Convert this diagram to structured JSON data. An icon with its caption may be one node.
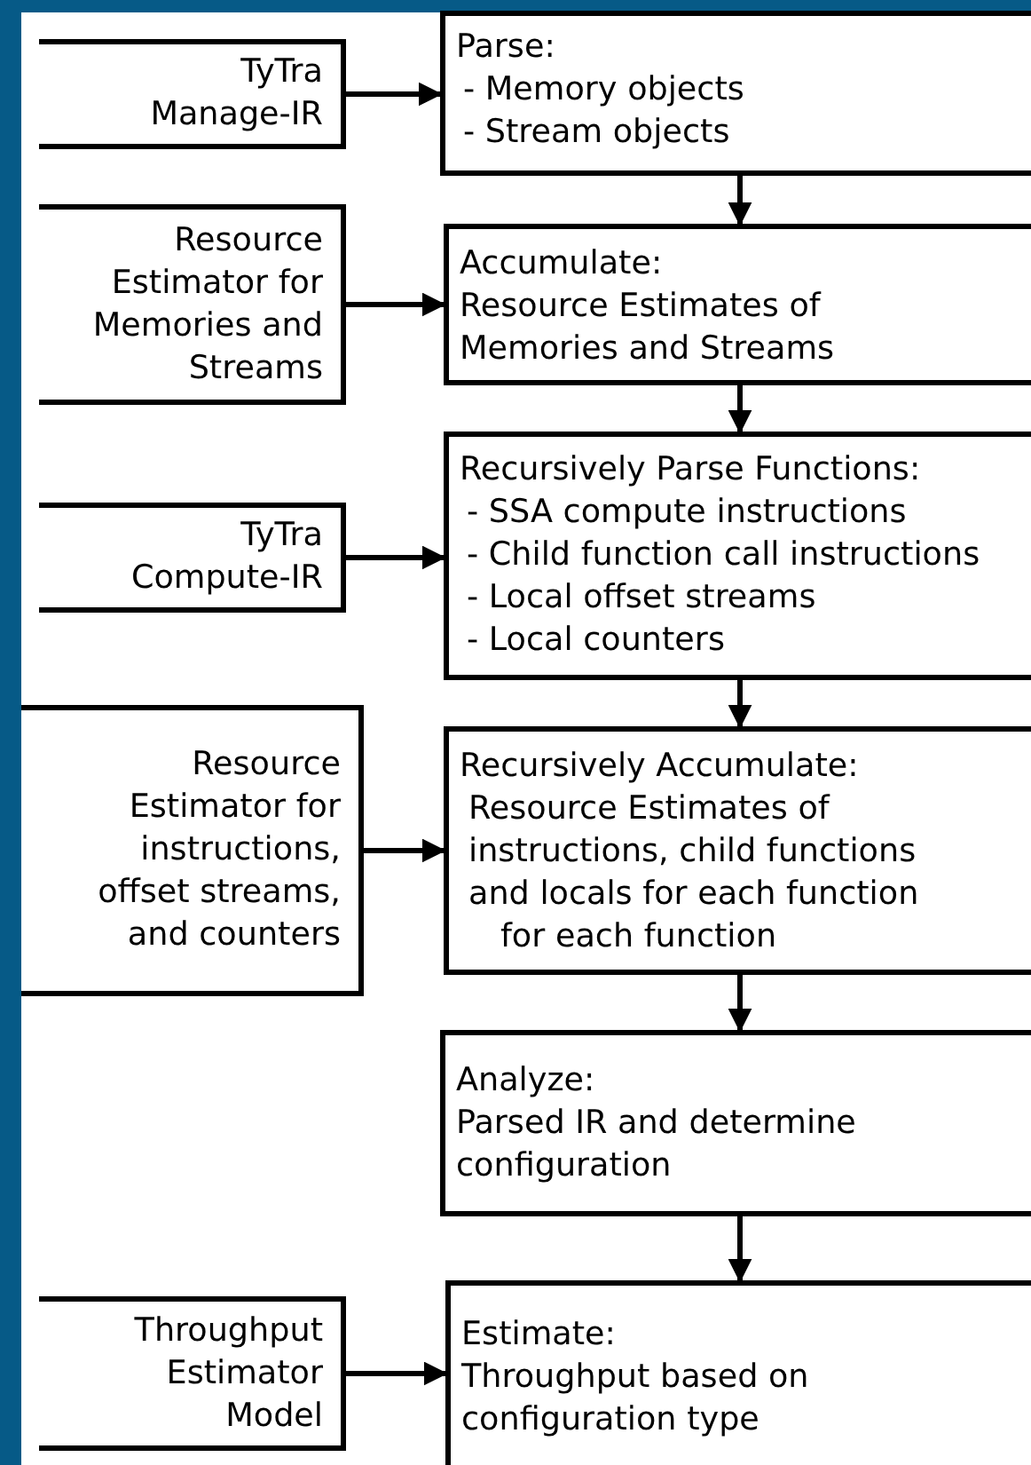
{
  "diagram": {
    "nodes": [
      {
        "text": [
          "TyTra Manage-IR"
        ]
      },
      {
        "text": [
          "Resource Estimator for Memories and Streams"
        ]
      },
      {
        "text": [
          "TyTra Compute-IR"
        ]
      },
      {
        "text": [
          "Resource Estimator for instructions, offset streams, and counters"
        ]
      },
      {
        "text": [
          "Throughput Estimator Model"
        ]
      },
      {
        "text": [
          "Parse:",
          "- Memory objects",
          "- Stream objects"
        ]
      },
      {
        "text": [
          "Accumulate:",
          "Resource Estimates of Memories and Streams"
        ]
      },
      {
        "text": [
          "Recursively Parse Functions:",
          "- SSA compute instructions",
          "- Child function call instructions",
          "- Local offset streams",
          "- Local counters"
        ]
      },
      {
        "text": [
          "Recursively Accumulate:",
          "Resource Estimates of instructions, child functions and locals for each function",
          "for each function"
        ]
      },
      {
        "text": [
          "Analyze:",
          "Parsed IR and determine configuration"
        ]
      },
      {
        "text": [
          "Estimate:",
          "Throughput based on configuration type"
        ]
      }
    ],
    "edges": [
      {
        "from": 0,
        "to": 5,
        "arrow": "to"
      },
      {
        "from": 1,
        "to": 6,
        "arrow": "to"
      },
      {
        "from": 2,
        "to": 7,
        "arrow": "to"
      },
      {
        "from": 3,
        "to": 8,
        "arrow": "to"
      },
      {
        "from": 4,
        "to": 10,
        "arrow": "to"
      },
      {
        "from": 5,
        "to": 6,
        "arrow": "to"
      },
      {
        "from": 6,
        "to": 7,
        "arrow": "to"
      },
      {
        "from": 7,
        "to": 8,
        "arrow": "to"
      },
      {
        "from": 8,
        "to": 9,
        "arrow": "to"
      },
      {
        "from": 9,
        "to": 10,
        "arrow": "to"
      }
    ]
  }
}
